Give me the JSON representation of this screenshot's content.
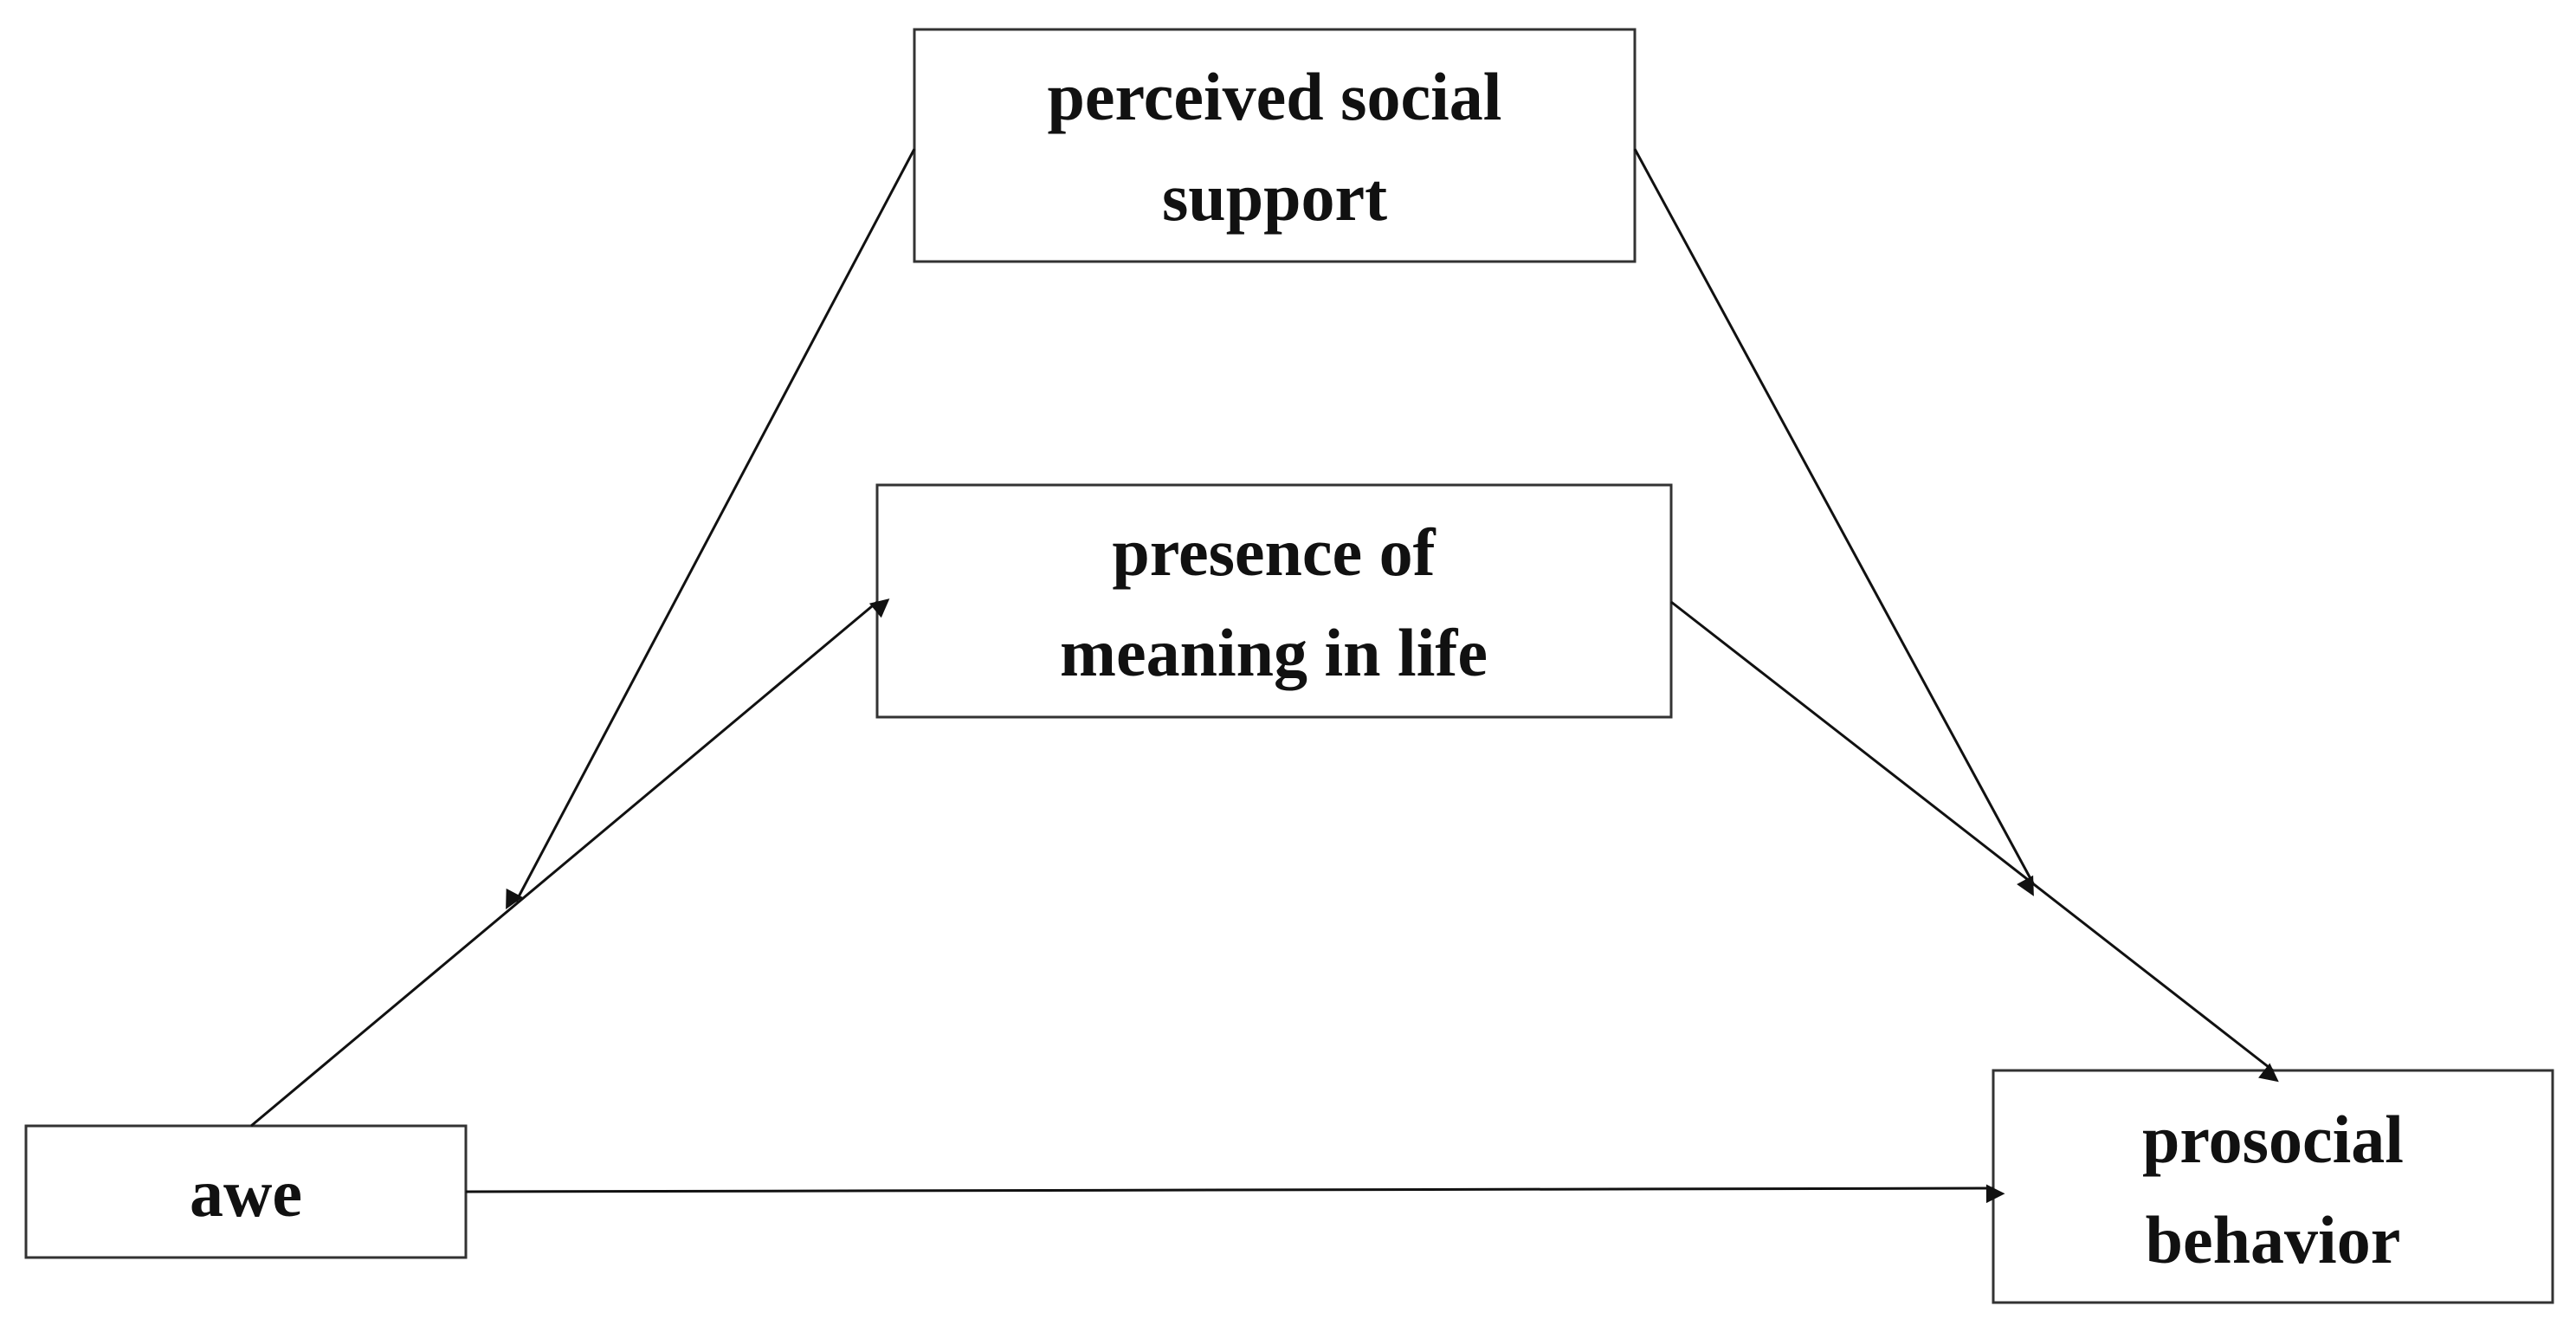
{
  "diagram": {
    "nodes": {
      "perceived_social_support": {
        "line1": "perceived social",
        "line2": "support"
      },
      "presence_of_meaning": {
        "line1": "presence of",
        "line2": "meaning in life"
      },
      "awe": {
        "label": "awe"
      },
      "prosocial_behavior": {
        "line1": "prosocial",
        "line2": "behavior"
      }
    },
    "edges": [
      {
        "from": "awe",
        "to": "presence of meaning in life"
      },
      {
        "from": "presence of meaning in life",
        "to": "prosocial behavior"
      },
      {
        "from": "awe",
        "to": "prosocial behavior"
      },
      {
        "from": "perceived social support",
        "to": "awe → presence of meaning in life path"
      },
      {
        "from": "perceived social support",
        "to": "presence of meaning in life → prosocial behavior path"
      }
    ],
    "colors": {
      "line": "#111111",
      "box_border": "#333333",
      "background": "#ffffff"
    }
  }
}
